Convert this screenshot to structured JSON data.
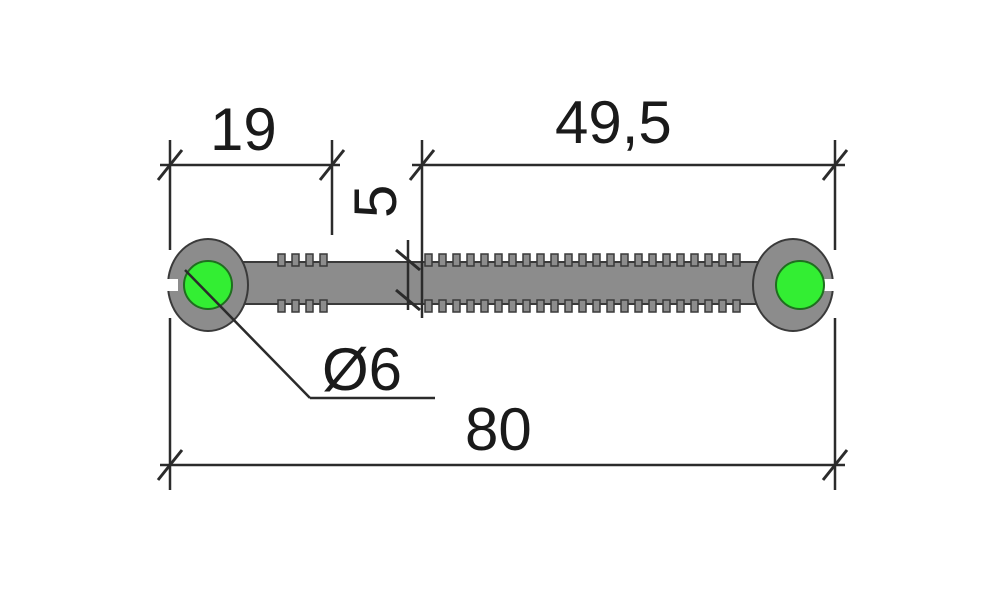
{
  "dimensions": {
    "left_section": "19",
    "right_section": "49,5",
    "gap": "5",
    "diameter": "Ø6",
    "total_width": "80"
  },
  "colors": {
    "profile_fill": "#8c8c8c",
    "profile_stroke": "#3a3a3a",
    "bulb_fill": "#33ee33",
    "bulb_stroke": "#1f6e1f",
    "line": "#2b2b2b",
    "text": "#1a1a1a"
  }
}
